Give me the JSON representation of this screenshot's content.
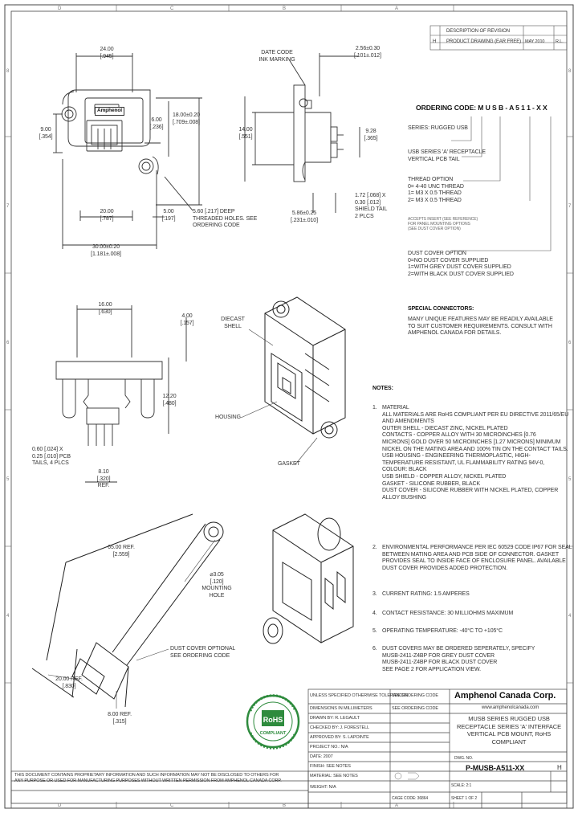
{
  "revision": {
    "header": "DESCRIPTION OF REVISION",
    "rev": "H",
    "description": "PRODUCT DRAWING (EAR FREE)",
    "date": "MAY 2010",
    "initials": "R.L."
  },
  "front_view": {
    "logo": "Amphenol",
    "dim_width": "24.00\n[.945]",
    "dim_9": "9.00\n[.354]",
    "dim_6": "6.00\n[.236]",
    "dim_18": "18.00±0.20\n[.709±.008]",
    "dim_20": "20.00\n[.787]",
    "dim_5": "5.00\n[.197]",
    "dim_30": "30.00±0.20\n[1.181±.008]",
    "holes_note": "5.60 [.217] DEEP\nTHREADED HOLES. SEE\nORDERING CODE"
  },
  "side_view": {
    "date_code": "DATE CODE\nINK MARKING",
    "dim_256": "2.56±0.30\n[.101±.012]",
    "dim_14": "14.00\n[.551]",
    "dim_928": "9.28\n[.365]",
    "shield_tail": "1.72 [.068] X\n0.30 [.012]\nSHIELD TAIL\n2 PLCS",
    "dim_586": "5.86±0.25\n[.231±.010]"
  },
  "ordering": {
    "title": "ORDERING CODE: M U S B - A 5 1 1 - X X",
    "series": "SERIES: RUGGED USB",
    "usb_series": "USB SERIES 'A' RECEPTACLE\nVERTICAL PCB TAIL",
    "thread_option": "THREAD OPTION\n0= 4-40 UNC THREAD\n1= M3 X 0.5 THREAD\n2= M3 X 0.5 THREAD",
    "fine_note": "ACCEPTS INSERT (SEE REFERENCE)\nFOR PANEL MOUNTING OPTIONS\n(SEE DUST COVER OPTION)",
    "dust_cover_option": "DUST COVER OPTION\n0=NO DUST COVER SUPPLIED\n1=WITH GREY DUST COVER SUPPLIED\n2=WITH BLACK DUST COVER SUPPLIED"
  },
  "special": {
    "title": "SPECIAL CONNECTORS:",
    "text": "MANY UNIQUE FEATURES MAY BE READILY AVAILABLE\nTO SUIT CUSTOMER REQUIREMENTS. CONSULT WITH\nAMPHENOL CANADA FOR DETAILS."
  },
  "section_view": {
    "dim_16": "16.00\n[.630]",
    "dim_4": "4.00\n[.157]",
    "dim_1220": "12.20\n[.480]",
    "pcb_tails": "0.60 [.024] X\n0.25 [.010] PCB\nTAILS, 4 PLCS",
    "dim_810": "8.10\n[.320]\nREF."
  },
  "iso": {
    "diecast_shell": "DIECAST\nSHELL",
    "housing": "HOUSING",
    "gasket": "GASKET"
  },
  "dust_cover": {
    "dim_65": "65.00 REF.\n[2.559]",
    "mounting_hole": "⌀3.05\n[.120]\nMOUNTING\nHOLE",
    "optional": "DUST COVER OPTIONAL\nSEE ORDERING CODE",
    "dim_20": "20.00 REF.\n[.830]",
    "dim_8": "8.00 REF.\n[.315]"
  },
  "notes": {
    "title": "NOTES:",
    "n1_num": "1.",
    "n1": "MATERIAL\nALL MATERIALS ARE RoHS COMPLIANT PER EU DIRECTIVE 2011/65/EU\nAND AMENDMENTS\nOUTER SHELL - DIECAST ZINC, NICKEL PLATED\nCONTACTS - COPPER ALLOY WITH 30 MICROINCHES [0.76\nMICRONS] GOLD OVER 50 MICROINCHES [1.27 MICRONS] MINIMUM\nNICKEL ON THE MATING AREA AND 100% TIN ON THE CONTACT TAILS.\nUSB HOUSING - ENGINEERING THERMOPLASTIC, HIGH-\nTEMPERATURE RESISTANT, UL FLAMMABILITY RATING 94V-0,\nCOLOUR: BLACK\nUSB SHIELD - COPPER ALLOY, NICKEL PLATED\nGASKET - SILICONE RUBBER, BLACK\nDUST COVER - SILICONE RUBBER WITH NICKEL PLATED, COPPER\nALLOY BUSHING",
    "n2_num": "2.",
    "n2": "ENVIRONMENTAL PERFORMANCE PER IEC 60529 CODE IP67 FOR SEAL\nBETWEEN MATING AREA AND PCB SIDE OF CONNECTOR. GASKET\nPROVIDES SEAL TO INSIDE FACE OF ENCLOSURE PANEL. AVAILABLE\nDUST COVER PROVIDES ADDED PROTECTION.",
    "n3_num": "3.",
    "n3": "CURRENT RATING: 1.5 AMPERES",
    "n4_num": "4.",
    "n4": "CONTACT RESISTANCE: 30 MILLIOHMS MAXIMUM",
    "n5_num": "5.",
    "n5": "OPERATING TEMPERATURE: -40°C TO +105°C",
    "n6_num": "6.",
    "n6": "DUST COVERS MAY BE ORDERED SEPERATELY, SPECIFY\nMUSB-2411-Z4BP FOR GREY DUST COVER\nMUSB-2411-Z4BP FOR BLACK DUST COVER\nSEE PAGE 2 FOR APPLICATION VIEW."
  },
  "title_block": {
    "tolerance": "UNLESS SPECIFIED OTHERWISE TOLERANCES",
    "tolerance_val": "SEE ORDERING CODE",
    "units": "DIMENSIONS IN MILLIMETERS",
    "units_val": "SEE ORDERING CODE",
    "company": "Amphenol Canada Corp.",
    "website": "www.amphenolcanada.com",
    "row1": "DRAWN BY: R. LEGAULT",
    "row2": "CHECKED BY: J. FORESTELL",
    "row3": "APPROVED BY: S. LAPOINTE",
    "row4": "PROJECT NO.: N/A",
    "row5": "DATE: 2007",
    "row6": "FINISH: SEE NOTES",
    "row7": "MATERIAL: SEE NOTES",
    "row8": "WEIGHT: N/A",
    "drawing_title": "MUSB SERIES RUGGED USB\nRECEPTACLE SERIES 'A' INTERFACE\nVERTICAL PCB MOUNT, RoHS\nCOMPLIANT",
    "dwg_label": "DWG. NO.",
    "part_number": "P-MUSB-A511-XX",
    "rev": "H",
    "scale": "SCALE: 2:1",
    "sheet": "SHEET 1 OF 2",
    "code": "CAGE CODE: 36864",
    "confidentiality": "THIS DOCUMENT CONTAINS PROPRIETARY INFORMATION AND SUCH INFORMATION MAY NOT BE DISCLOSED TO OTHERS FOR\nANY PURPOSE OR USED FOR MANUFACTURING PURPOSES WITHOUT WRITTEN PERMISSION FROM AMPHENOL CANADA CORP."
  }
}
